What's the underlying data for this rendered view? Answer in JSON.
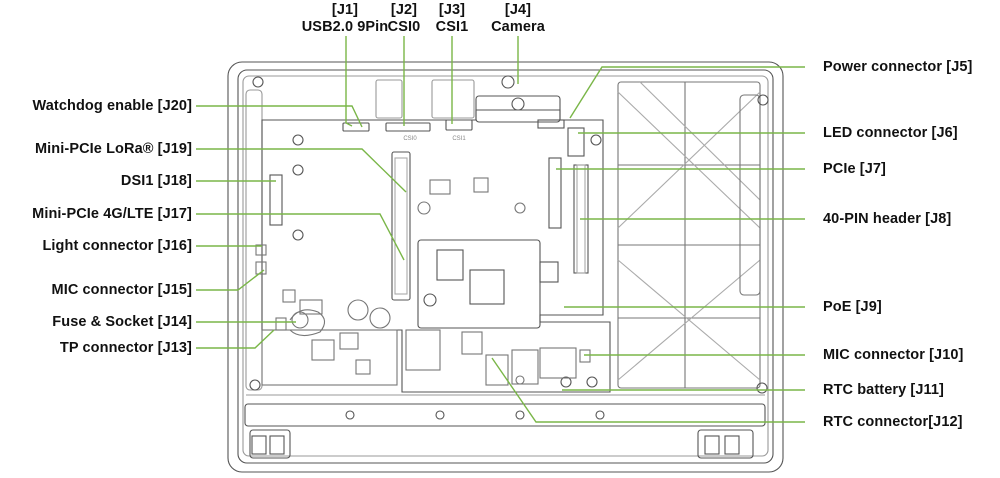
{
  "accent_color": "#7ab648",
  "top_labels": [
    {
      "id": "j1",
      "code": "[J1]",
      "name": "USB2.0 9Pin"
    },
    {
      "id": "j2",
      "code": "[J2]",
      "name": "CSI0"
    },
    {
      "id": "j3",
      "code": "[J3]",
      "name": "CSI1"
    },
    {
      "id": "j4",
      "code": "[J4]",
      "name": "Camera"
    }
  ],
  "left_labels": [
    {
      "id": "j20",
      "text": "Watchdog enable [J20]"
    },
    {
      "id": "j19",
      "text": "Mini-PCIe LoRa® [J19]"
    },
    {
      "id": "j18",
      "text": "DSI1 [J18]"
    },
    {
      "id": "j17",
      "text": "Mini-PCIe 4G/LTE [J17]"
    },
    {
      "id": "j16",
      "text": "Light connector [J16]"
    },
    {
      "id": "j15",
      "text": "MIC connector [J15]"
    },
    {
      "id": "j14",
      "text": "Fuse & Socket [J14]"
    },
    {
      "id": "j13",
      "text": "TP connector [J13]"
    }
  ],
  "right_labels": [
    {
      "id": "j5",
      "text": "Power connector [J5]"
    },
    {
      "id": "j6",
      "text": "LED connector [J6]"
    },
    {
      "id": "j7",
      "text": "PCIe [J7]"
    },
    {
      "id": "j8",
      "text": "40-PIN header [J8]"
    },
    {
      "id": "j9",
      "text": "PoE [J9]"
    },
    {
      "id": "j10",
      "text": "MIC connector [J10]"
    },
    {
      "id": "j11",
      "text": "RTC battery [J11]"
    },
    {
      "id": "j12",
      "text": "RTC connector[J12]"
    }
  ],
  "board_silkscreen": {
    "csi0": "CSI0",
    "csi1": "CSI1"
  }
}
